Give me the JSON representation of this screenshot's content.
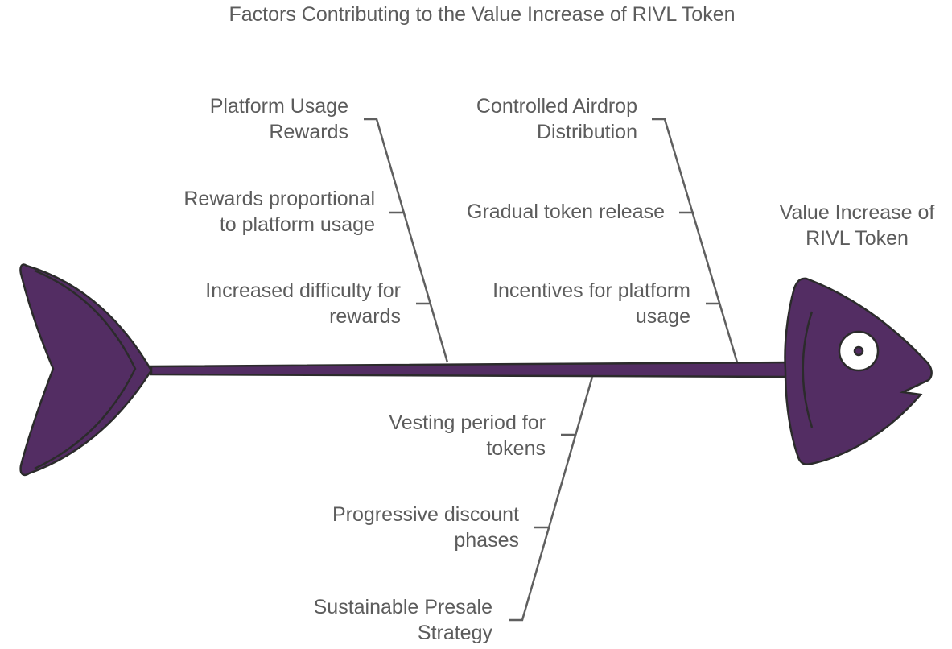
{
  "title": "Factors Contributing to the Value Increase of RIVL Token",
  "effect": {
    "line1": "Value Increase of",
    "line2": "RIVL Token"
  },
  "colors": {
    "fish": "#532d63",
    "outline": "#2b2b2b",
    "bone": "#5f5f5f",
    "text": "#5c5c5c"
  },
  "categories": [
    {
      "name": {
        "line1": "Platform Usage",
        "line2": "Rewards"
      },
      "causes": [
        {
          "line1": "Rewards proportional",
          "line2": "to platform usage"
        },
        {
          "line1": "Increased difficulty for",
          "line2": "rewards"
        }
      ]
    },
    {
      "name": {
        "line1": "Controlled Airdrop",
        "line2": "Distribution"
      },
      "causes": [
        {
          "line1": "Gradual token release",
          "line2": ""
        },
        {
          "line1": "Incentives for platform",
          "line2": "usage"
        }
      ]
    },
    {
      "name": {
        "line1": "Sustainable Presale",
        "line2": "Strategy"
      },
      "causes": [
        {
          "line1": "Vesting period for",
          "line2": "tokens"
        },
        {
          "line1": "Progressive discount",
          "line2": "phases"
        }
      ]
    }
  ]
}
